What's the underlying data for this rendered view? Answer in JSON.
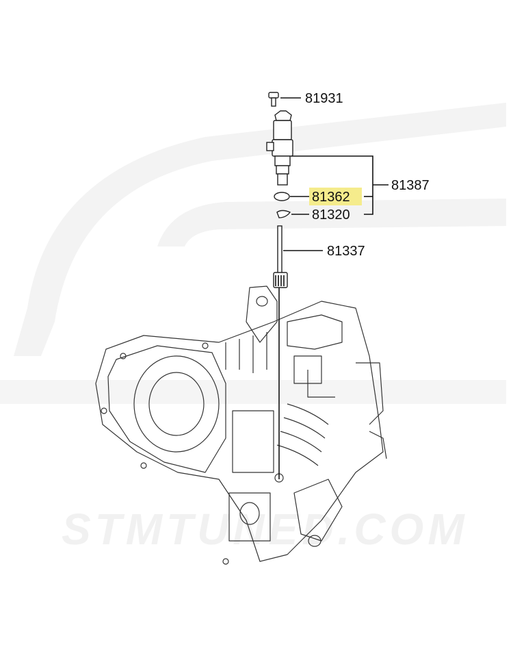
{
  "diagram": {
    "watermark": "STMTUNED.COM",
    "highlight_color": "#f5ec8c",
    "parts": [
      {
        "number": "81931",
        "highlighted": false
      },
      {
        "number": "81387",
        "highlighted": false
      },
      {
        "number": "81362",
        "highlighted": true
      },
      {
        "number": "81320",
        "highlighted": false
      },
      {
        "number": "81337",
        "highlighted": false
      }
    ]
  }
}
